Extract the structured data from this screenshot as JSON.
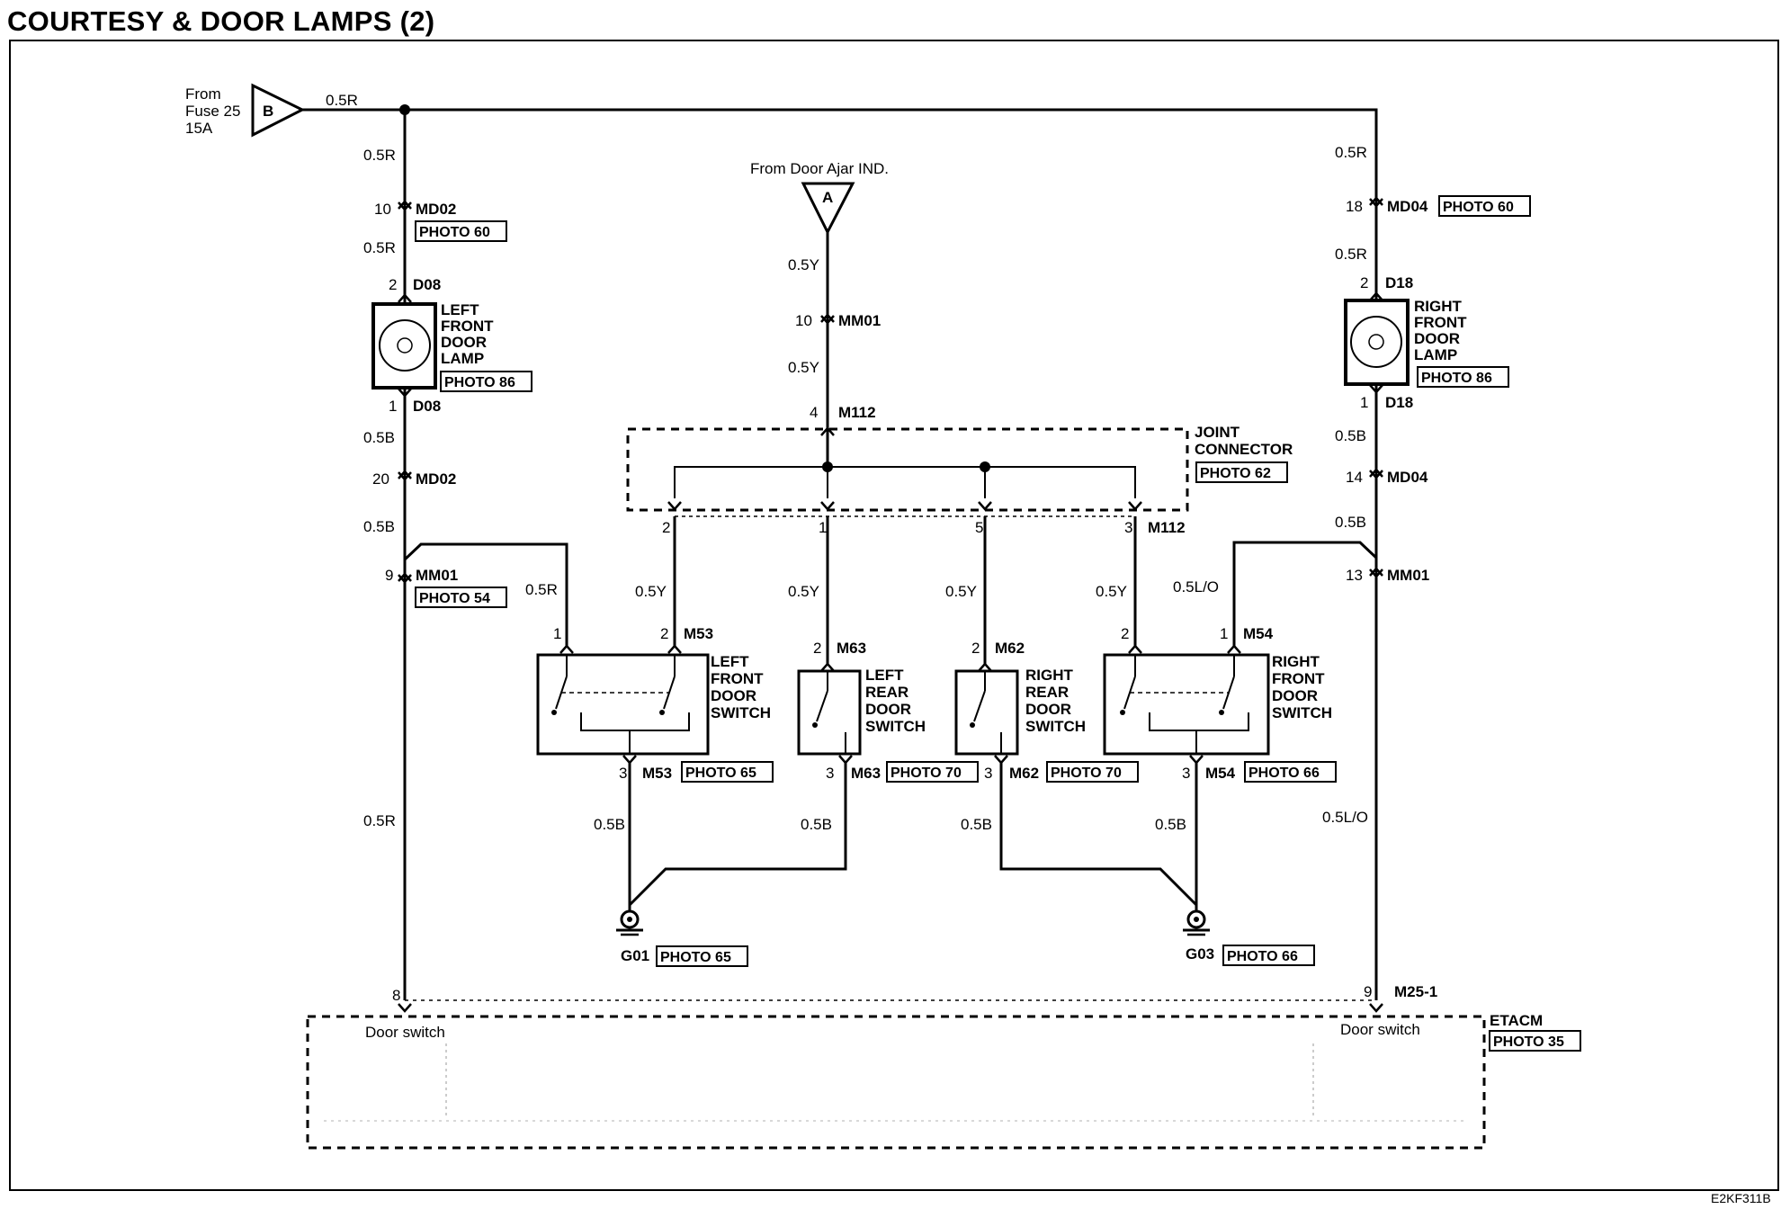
{
  "title": "COURTESY & DOOR LAMPS (2)",
  "code": "E2KF311B",
  "source": {
    "lines": [
      "From",
      "Fuse 25",
      "15A"
    ],
    "tag": "B",
    "wire": "0.5R"
  },
  "door_ajar": {
    "label": "From Door Ajar IND.",
    "tag": "A",
    "wire": "0.5Y"
  },
  "photo": {
    "p60": "PHOTO 60",
    "p86": "PHOTO 86",
    "p54": "PHOTO 54",
    "p62": "PHOTO 62",
    "p65": "PHOTO 65",
    "p70": "PHOTO 70",
    "p66": "PHOTO 66",
    "p35": "PHOTO 35"
  },
  "wire": {
    "r": "0.5R",
    "b": "0.5B",
    "y": "0.5Y",
    "lo": "0.5L/O"
  },
  "conn": {
    "md02": "MD02",
    "md04": "MD04",
    "d08": "D08",
    "d18": "D18",
    "mm01": "MM01",
    "m112": "M112",
    "m53": "M53",
    "m63": "M63",
    "m62": "M62",
    "m54": "M54",
    "m25": "M25-1",
    "g01": "G01",
    "g03": "G03"
  },
  "pin": {
    "p1": "1",
    "p2": "2",
    "p3": "3",
    "p4": "4",
    "p5": "5",
    "p8": "8",
    "p9": "9",
    "p10": "10",
    "p13": "13",
    "p14": "14",
    "p18": "18",
    "p20": "20"
  },
  "left_lamp": [
    "LEFT",
    "FRONT",
    "DOOR",
    "LAMP"
  ],
  "right_lamp": [
    "RIGHT",
    "FRONT",
    "DOOR",
    "LAMP"
  ],
  "joint": [
    "JOINT",
    "CONNECTOR"
  ],
  "lf_switch": [
    "LEFT",
    "FRONT",
    "DOOR",
    "SWITCH"
  ],
  "lr_switch": [
    "LEFT",
    "REAR",
    "DOOR",
    "SWITCH"
  ],
  "rr_switch": [
    "RIGHT",
    "REAR",
    "DOOR",
    "SWITCH"
  ],
  "rf_switch": [
    "RIGHT",
    "FRONT",
    "DOOR",
    "SWITCH"
  ],
  "etacm": {
    "name": "ETACM",
    "door_switch": "Door switch"
  }
}
